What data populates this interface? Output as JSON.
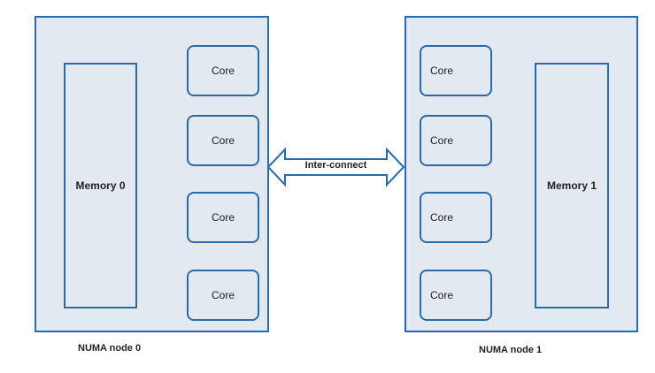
{
  "nodes": [
    {
      "label": "NUMA node 0",
      "memory_label": "Memory 0",
      "cores": [
        "Core",
        "Core",
        "Core",
        "Core"
      ]
    },
    {
      "label": "NUMA node 1",
      "memory_label": "Memory 1",
      "cores": [
        "Core",
        "Core",
        "Core",
        "Core"
      ]
    }
  ],
  "interconnect": {
    "label": "Inter-connect"
  },
  "colors": {
    "stroke": "#2b6aa8",
    "fill": "#e3e9f1"
  }
}
